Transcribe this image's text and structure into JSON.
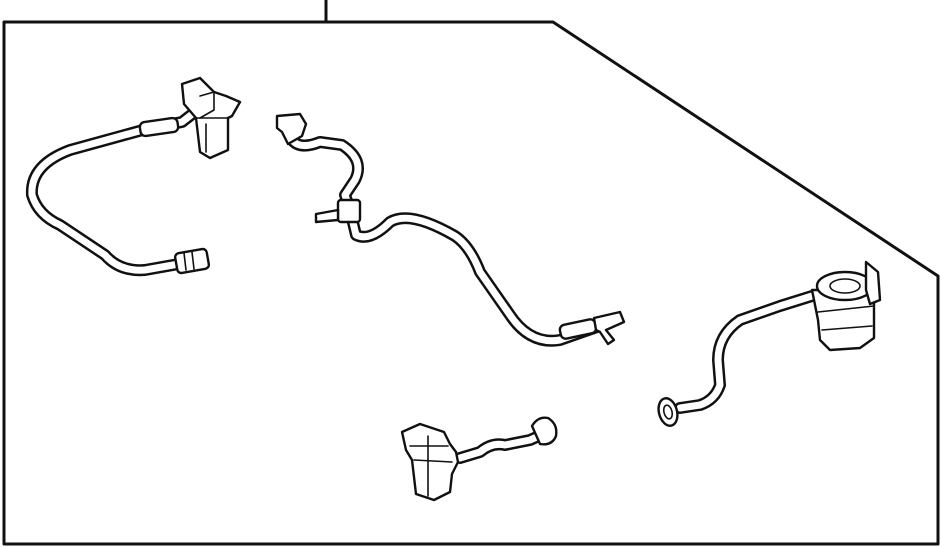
{
  "diagram": {
    "kind": "exploded parts illustration",
    "line_color": "#111111",
    "background": "#ffffff",
    "parts": [
      "hose-with-connector-left",
      "center-hose-assembly",
      "right-hose-with-canister",
      "bottom-small-hose-with-connector"
    ]
  }
}
